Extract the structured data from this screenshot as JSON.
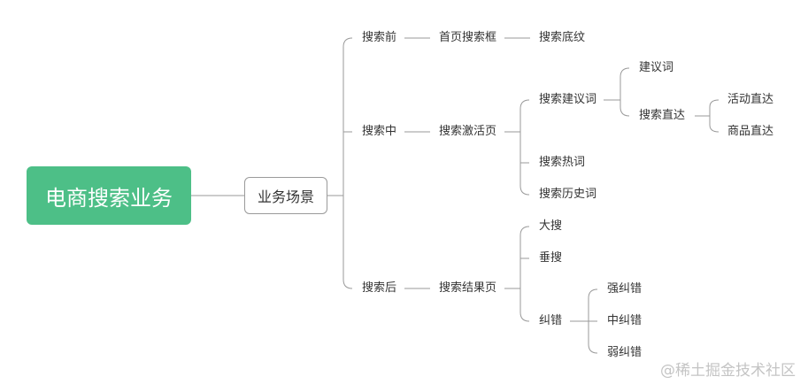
{
  "mindmap": {
    "root": "电商搜索业务",
    "level1": "业务场景",
    "before": {
      "label": "搜索前",
      "page": "首页搜索框",
      "leaf": "搜索底纹"
    },
    "during": {
      "label": "搜索中",
      "page": "搜索激活页",
      "suggest": "搜索建议词",
      "suggest_word": "建议词",
      "direct": "搜索直达",
      "activity_direct": "活动直达",
      "product_direct": "商品直达",
      "hot": "搜索热词",
      "history": "搜索历史词"
    },
    "after": {
      "label": "搜索后",
      "page": "搜索结果页",
      "broad": "大搜",
      "vertical": "垂搜",
      "correction": "纠错",
      "strong": "强纠错",
      "medium": "中纠错",
      "weak": "弱纠错"
    }
  },
  "watermark": "@稀土掘金技术社区",
  "colors": {
    "root_fill": "#4dbf87",
    "line": "#9a9a9a",
    "text": "#333333",
    "watermark": "#c4c4c4"
  }
}
